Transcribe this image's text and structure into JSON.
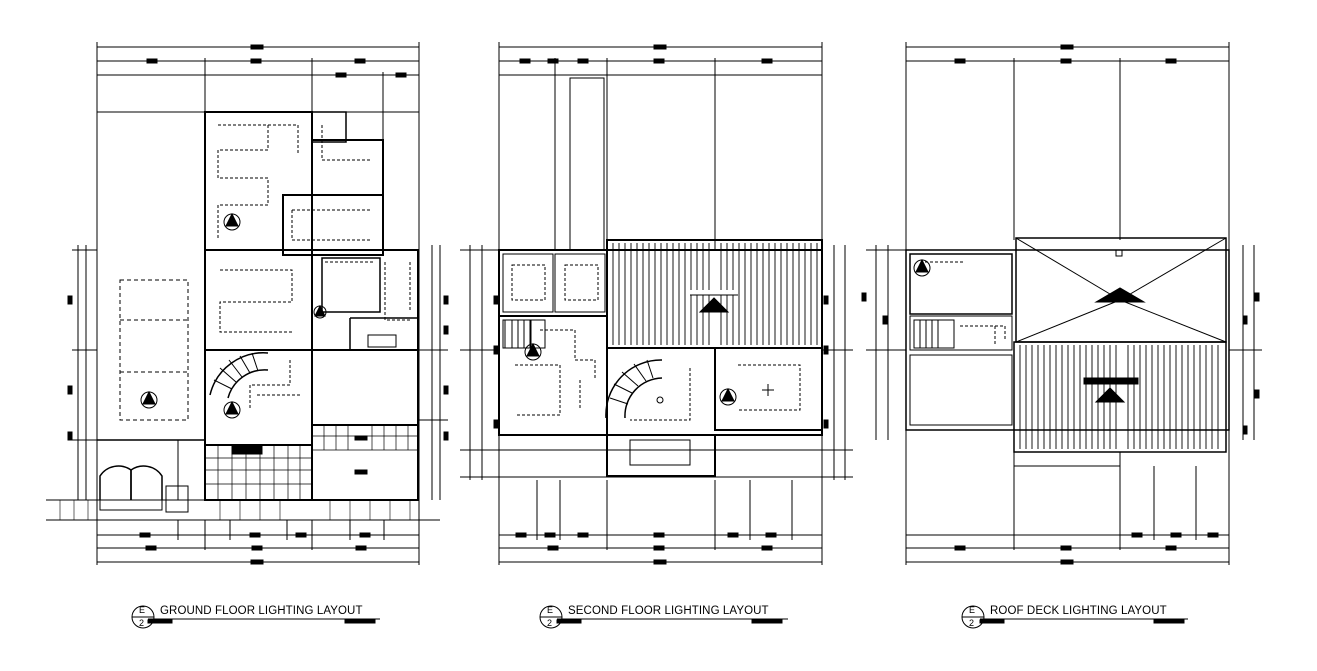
{
  "sheet": {
    "plans": [
      {
        "title": "GROUND FLOOR LIGHTING LAYOUT",
        "ref_letter": "E",
        "ref_number": "2"
      },
      {
        "title": "SECOND FLOOR LIGHTING LAYOUT",
        "ref_letter": "E",
        "ref_number": "2"
      },
      {
        "title": "ROOF DECK LIGHTING LAYOUT",
        "ref_letter": "E",
        "ref_number": "2"
      }
    ]
  },
  "colors": {
    "line": "#000000",
    "background": "#ffffff"
  },
  "icons": [
    "stair-icon",
    "light-fixture-icon",
    "section-marker-icon"
  ]
}
